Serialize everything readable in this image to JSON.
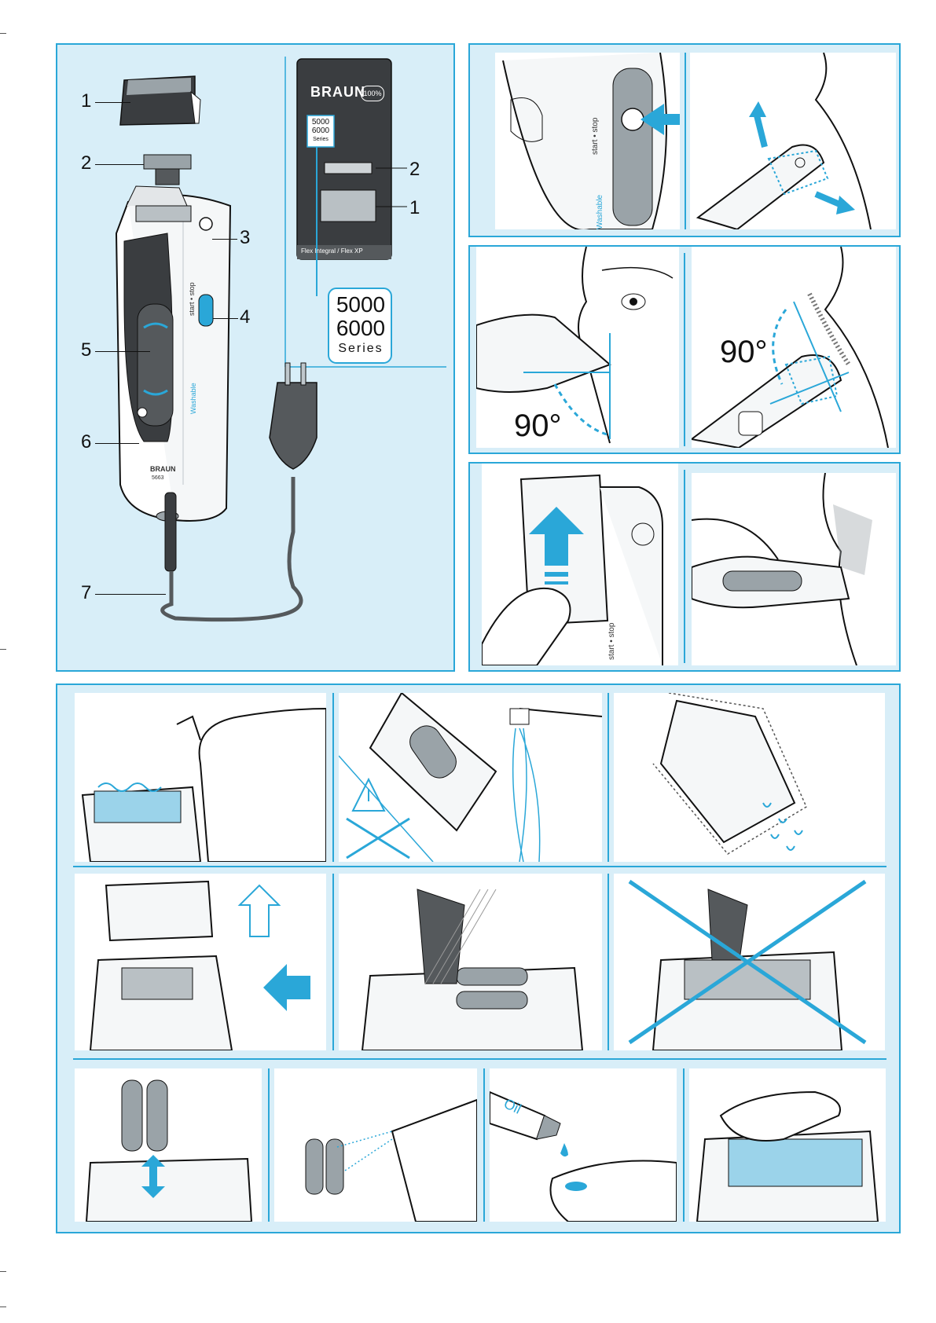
{
  "parts": {
    "labels": [
      "1",
      "2",
      "3",
      "4",
      "5",
      "6",
      "7"
    ],
    "shaver_text": {
      "start_stop": "start • stop",
      "washable": "Washable",
      "brand": "BRAUN",
      "model": "5663"
    }
  },
  "package": {
    "brand": "BRAUN",
    "badge": "100%",
    "small_series_line1": "5000",
    "small_series_line2": "6000",
    "small_series_line3": "Series",
    "strip_text": "Flex Integral / Flex XP",
    "callout_1": "2",
    "callout_2": "1",
    "big_series_line1": "5000",
    "big_series_line2": "6000",
    "big_series_line3": "Series"
  },
  "steps": {
    "start_stop": "start • stop",
    "washable": "Washable",
    "angle_left": "90°",
    "angle_right": "90°",
    "oil": "Oil"
  },
  "colors": {
    "accent": "#2aa7d8",
    "panel_bg": "#d8eef8",
    "dark_gray": "#55595c"
  }
}
